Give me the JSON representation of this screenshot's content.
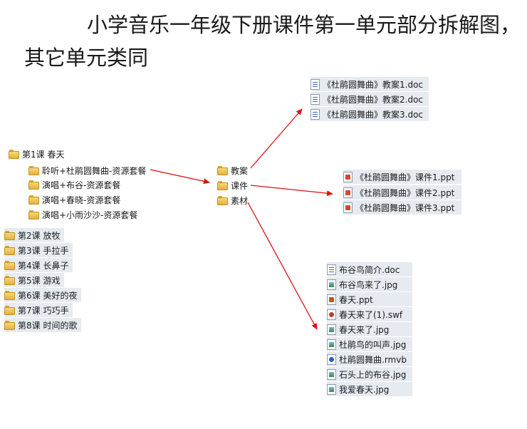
{
  "title": {
    "line1": "小学音乐一年级下册课件第一单元部分拆解图，",
    "line2": "其它单元类同"
  },
  "lessons": [
    "第1课 春天",
    "第2课 放牧",
    "第3课 手拉手",
    "第4课 长鼻子",
    "第5课 游戏",
    "第6课 美好的夜",
    "第7课 巧巧手",
    "第8课 时间的歌"
  ],
  "lesson1_sub": [
    "聆听+杜鹃圆舞曲-资源套餐",
    "演唱+布谷-资源套餐",
    "演唱+春晓-资源套餐",
    "演唱+小雨沙沙-资源套餐"
  ],
  "resource_folders": [
    "教案",
    "课件",
    "素材"
  ],
  "jiaoan_files": [
    {
      "name": "《杜鹃圆舞曲》教案1.doc",
      "icon": "doc-icon"
    },
    {
      "name": "《杜鹃圆舞曲》教案2.doc",
      "icon": "doc-icon"
    },
    {
      "name": "《杜鹃圆舞曲》教案3.doc",
      "icon": "doc-icon"
    }
  ],
  "kejian_files": [
    {
      "name": "《杜鹃圆舞曲》课件1.ppt",
      "icon": "ppt-icon"
    },
    {
      "name": "《杜鹃圆舞曲》课件2.ppt",
      "icon": "ppt-icon"
    },
    {
      "name": "《杜鹃圆舞曲》课件3.ppt",
      "icon": "ppt-icon"
    }
  ],
  "sucai_files": [
    {
      "name": "布谷鸟简介.doc",
      "icon": "doc-icon"
    },
    {
      "name": "布谷鸟来了.jpg",
      "icon": "jpg-icon"
    },
    {
      "name": "春天.ppt",
      "icon": "ppt-icon"
    },
    {
      "name": "春天来了(1).swf",
      "icon": "swf-icon"
    },
    {
      "name": "春天来了.jpg",
      "icon": "jpg-icon"
    },
    {
      "name": "杜鹃鸟的叫声.jpg",
      "icon": "jpg-icon"
    },
    {
      "name": "杜鹃圆舞曲.rmvb",
      "icon": "rmvb-icon"
    },
    {
      "name": "石头上的布谷.jpg",
      "icon": "jpg-icon"
    },
    {
      "name": "我爱春天.jpg",
      "icon": "jpg-icon"
    }
  ],
  "arrow_color": "#e01010",
  "folder_color": "#e9bd4f"
}
